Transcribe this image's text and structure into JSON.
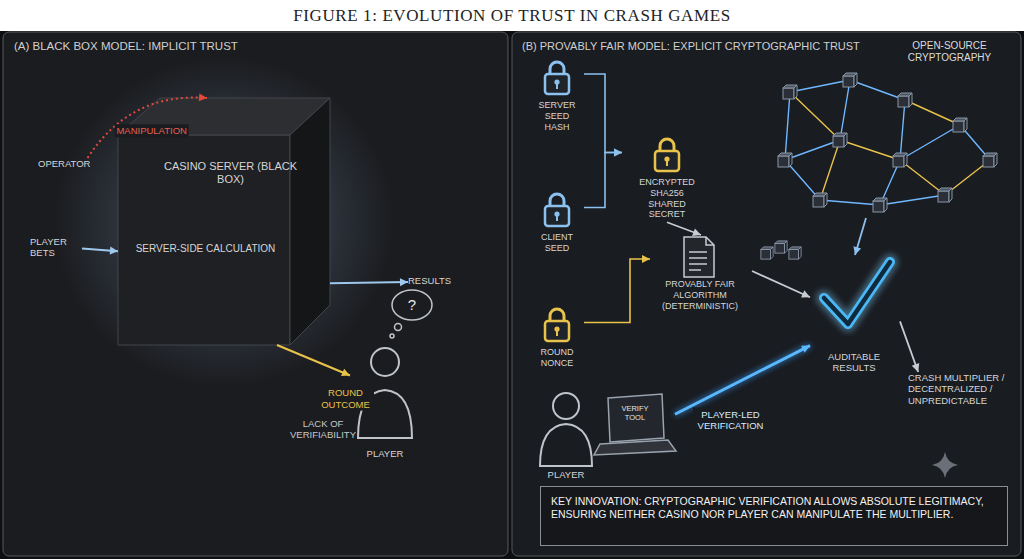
{
  "diagram": {
    "title": "FIGURE 1: EVOLUTION OF TRUST IN CRASH GAMES",
    "nodes": [
      {
        "text": [
          "(A) BLACK BOX MODEL: IMPLICIT TRUST"
        ]
      },
      {
        "text": [
          "CASINO SERVER (BLACK BOX)",
          "SERVER-SIDE CALCULATION"
        ],
        "in": 0
      },
      {
        "text": [
          "OPERATOR"
        ],
        "in": 0
      },
      {
        "text": [
          "PLAYER BETS"
        ],
        "in": 0
      },
      {
        "text": [
          "RESULTS"
        ],
        "in": 0
      },
      {
        "text": [
          "PLAYER"
        ],
        "in": 0
      },
      {
        "text": [
          "(B) PROVABLY FAIR MODEL: EXPLICIT CRYPTOGRAPHIC TRUST"
        ]
      },
      {
        "text": [
          "SERVER SEED HASH"
        ],
        "in": 6
      },
      {
        "text": [
          "CLIENT SEED"
        ],
        "in": 6
      },
      {
        "text": [
          "ROUND NONCE"
        ],
        "in": 6
      },
      {
        "text": [
          "ENCRYPTED SHA256 SHARED SECRET"
        ],
        "in": 6
      },
      {
        "text": [
          "PROVABLY FAIR ALGORITHM (DETERMINISTIC)"
        ],
        "in": 6
      },
      {
        "text": [
          "OPEN-SOURCE CRYPTOGRAPHY"
        ],
        "in": 6
      },
      {
        "text": [
          "AUDITABLE RESULTS"
        ],
        "in": 6
      },
      {
        "text": [
          "CRASH MULTIPLIER / DECENTRALIZED / UNPREDICTABLE"
        ],
        "in": 6
      },
      {
        "text": [
          "VERIFY TOOL",
          "PLAYER"
        ],
        "in": 6
      },
      {
        "text": [
          "KEY INNOVATION: CRYPTOGRAPHIC VERIFICATION ALLOWS ABSOLUTE LEGITIMACY, ENSURING NEITHER CASINO NOR PLAYER CAN MANIPULATE THE MULTIPLIER."
        ],
        "in": 6
      }
    ],
    "edges": [
      {
        "from": 2,
        "to": 1,
        "label": "MANIPULATION",
        "arrow": "to"
      },
      {
        "from": 3,
        "to": 1,
        "arrow": "to"
      },
      {
        "from": 1,
        "to": 4,
        "arrow": "to"
      },
      {
        "from": 1,
        "to": 5,
        "label": "ROUND OUTCOME",
        "arrow": "to"
      },
      {
        "from": 7,
        "to": 10,
        "arrow": "to"
      },
      {
        "from": 8,
        "to": 10,
        "arrow": "to"
      },
      {
        "from": 10,
        "to": 11,
        "arrow": "to"
      },
      {
        "from": 9,
        "to": 11,
        "arrow": "to"
      },
      {
        "from": 11,
        "to": 13,
        "arrow": "to"
      },
      {
        "from": 12,
        "to": 13,
        "arrow": "to"
      },
      {
        "from": 15,
        "to": 13,
        "label": "PLAYER-LED VERIFICATION",
        "arrow": "to"
      },
      {
        "from": 13,
        "to": 14,
        "arrow": "to"
      }
    ],
    "labels": [
      "LACK OF VERIFIABILITY",
      "?"
    ]
  }
}
